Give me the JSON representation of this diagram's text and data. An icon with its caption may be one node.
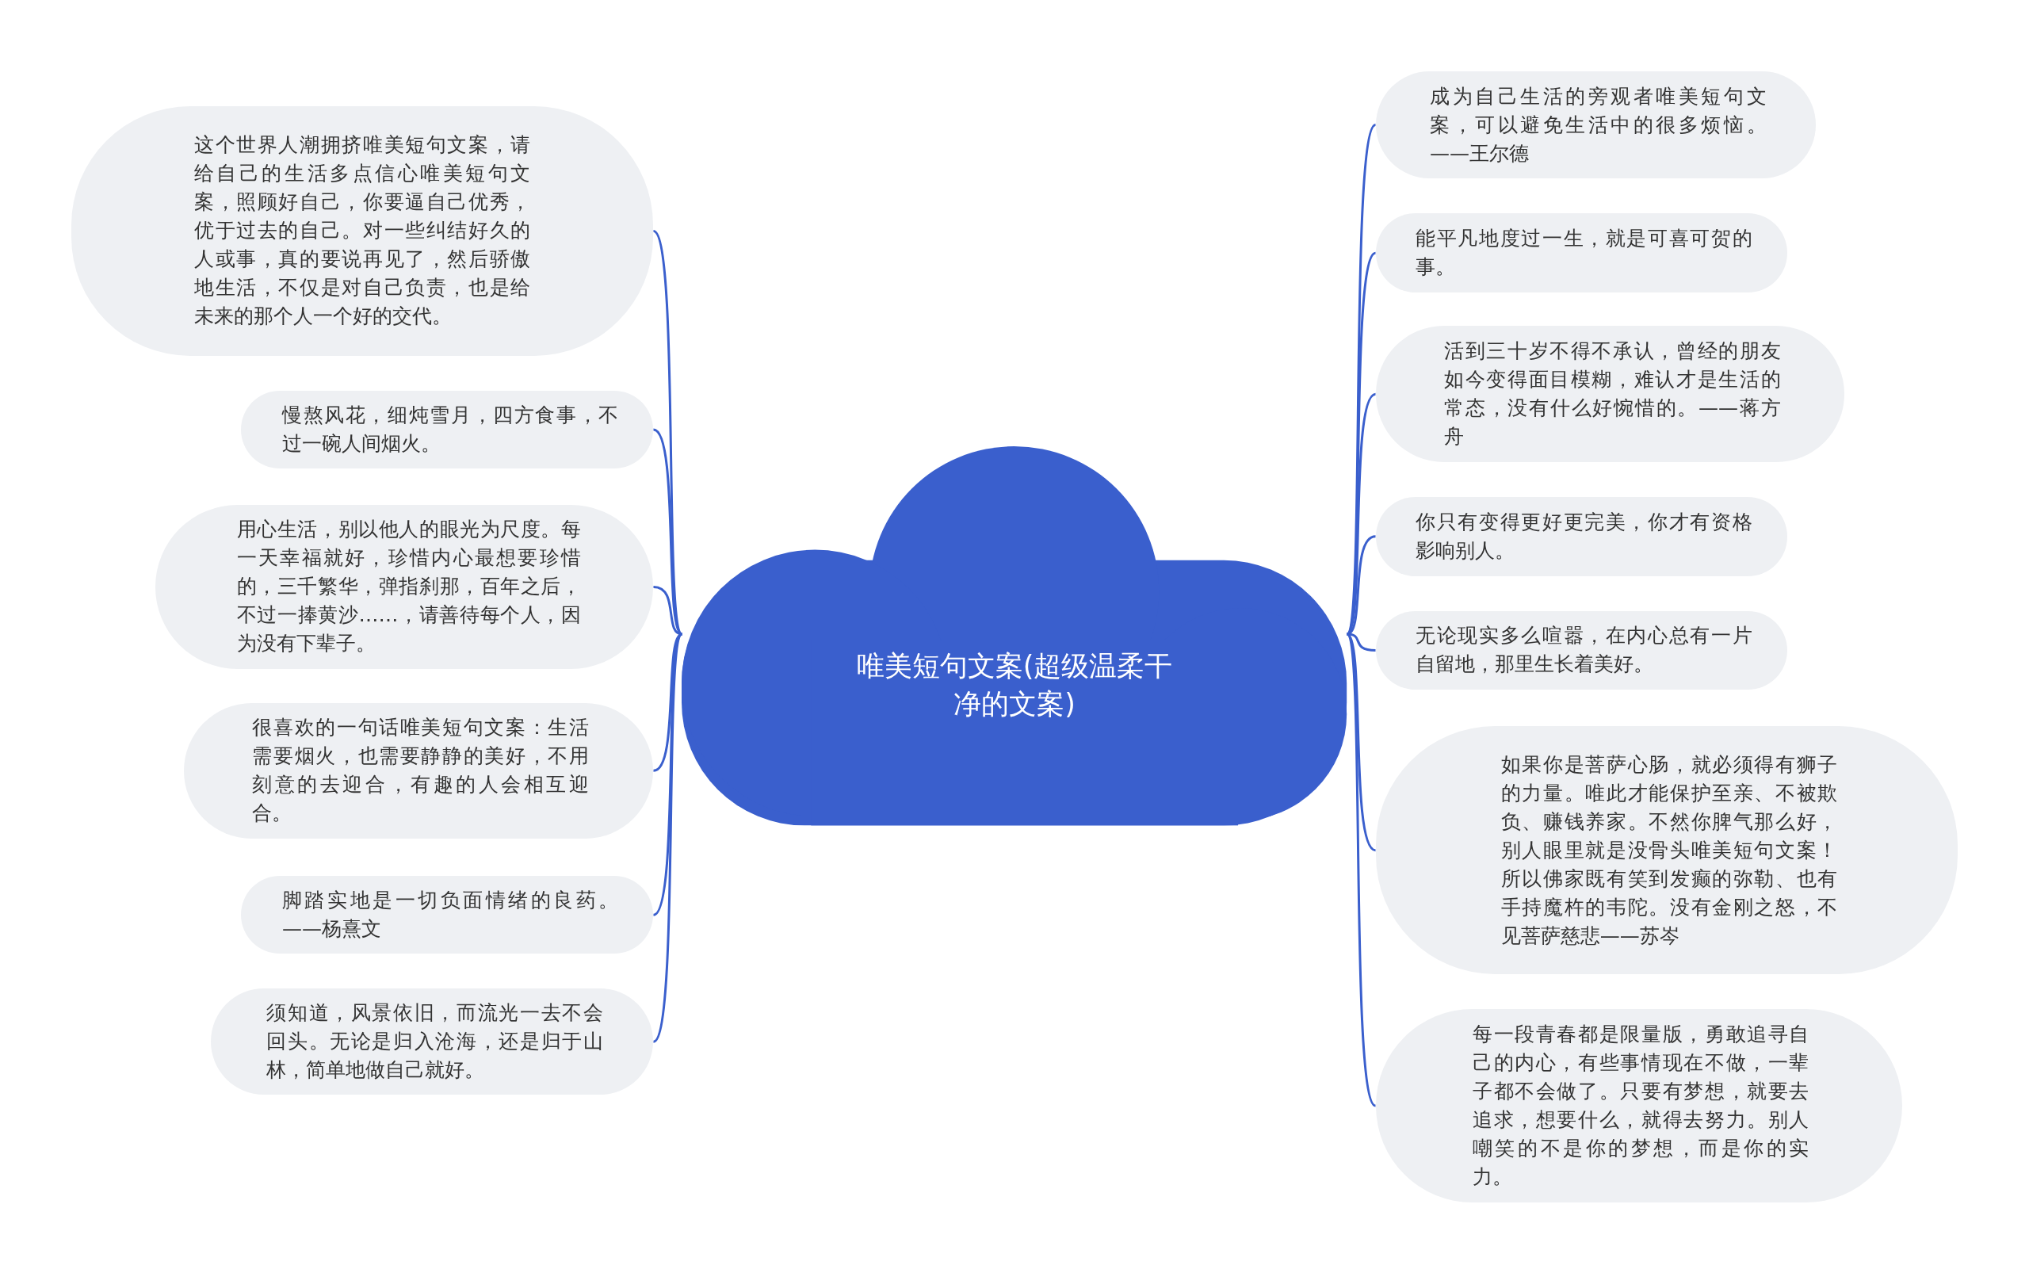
{
  "diagram": {
    "nodes": [
      {
        "text": [
          "唯美短句文案(超级温柔干净的文案)"
        ]
      },
      {
        "text": [
          "这个世界人潮拥挤唯美短句文案，请给自己的生活多点信心唯美短句文案，照顾好自己，你要逼自己优秀，优于过去的自己。对一些纠结好久的人或事，真的要说再见了，然后骄傲地生活，不仅是对自己负责，也是给未来的那个人一个好的交代。"
        ]
      },
      {
        "text": [
          "慢熬风花，细炖雪月，四方食事，不过一碗人间烟火。"
        ]
      },
      {
        "text": [
          "用心生活，别以他人的眼光为尺度。每一天幸福就好，珍惜内心最想要珍惜的，三千繁华，弹指刹那，百年之后，不过一捧黄沙……，请善待每个人，因为没有下辈子。"
        ]
      },
      {
        "text": [
          "很喜欢的一句话唯美短句文案：生活需要烟火，也需要静静的美好，不用刻意的去迎合，有趣的人会相互迎合。"
        ]
      },
      {
        "text": [
          "脚踏实地是一切负面情绪的良药。——杨熹文"
        ]
      },
      {
        "text": [
          "须知道，风景依旧，而流光一去不会回头。无论是归入沧海，还是归于山林，简单地做自己就好。"
        ]
      },
      {
        "text": [
          "成为自己生活的旁观者唯美短句文案，可以避免生活中的很多烦恼。——王尔德"
        ]
      },
      {
        "text": [
          "能平凡地度过一生，就是可喜可贺的事。"
        ]
      },
      {
        "text": [
          "活到三十岁不得不承认，曾经的朋友如今变得面目模糊，难认才是生活的常态，没有什么好惋惜的。——蒋方舟"
        ]
      },
      {
        "text": [
          "你只有变得更好更完美，你才有资格影响别人。"
        ]
      },
      {
        "text": [
          "无论现实多么喧嚣，在内心总有一片自留地，那里生长着美好。"
        ]
      },
      {
        "text": [
          "如果你是菩萨心肠，就必须得有狮子的力量。唯此才能保护至亲、不被欺负、赚钱养家。不然你脾气那么好，别人眼里就是没骨头唯美短句文案！所以佛家既有笑到发癫的弥勒、也有手持魔杵的韦陀。没有金刚之怒，不见菩萨慈悲——苏岑"
        ]
      },
      {
        "text": [
          "每一段青春都是限量版，勇敢追寻自己的内心，有些事情现在不做，一辈子都不会做了。只要有梦想，就要去追求，想要什么，就得去努力。别人嘲笑的不是你的梦想，而是你的实力。"
        ]
      }
    ],
    "edges": [
      {
        "from": 0,
        "to": 1,
        "arrow": "none"
      },
      {
        "from": 0,
        "to": 2,
        "arrow": "none"
      },
      {
        "from": 0,
        "to": 3,
        "arrow": "none"
      },
      {
        "from": 0,
        "to": 4,
        "arrow": "none"
      },
      {
        "from": 0,
        "to": 5,
        "arrow": "none"
      },
      {
        "from": 0,
        "to": 6,
        "arrow": "none"
      },
      {
        "from": 0,
        "to": 7,
        "arrow": "none"
      },
      {
        "from": 0,
        "to": 8,
        "arrow": "none"
      },
      {
        "from": 0,
        "to": 9,
        "arrow": "none"
      },
      {
        "from": 0,
        "to": 10,
        "arrow": "none"
      },
      {
        "from": 0,
        "to": 11,
        "arrow": "none"
      },
      {
        "from": 0,
        "to": 12,
        "arrow": "none"
      },
      {
        "from": 0,
        "to": 13,
        "arrow": "none"
      }
    ]
  }
}
